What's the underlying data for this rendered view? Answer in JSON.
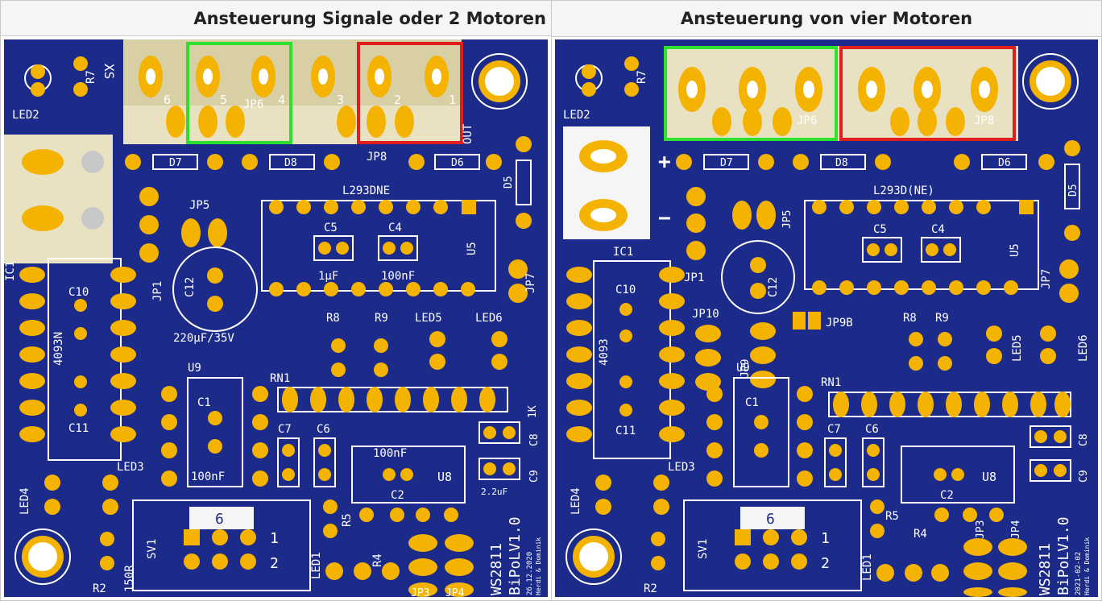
{
  "colors": {
    "board": "#1c2a8a",
    "board_dark": "#0f1a6e",
    "copper": "#f4b300",
    "silk": "#ffffff",
    "green_box": "#2ee02e",
    "red_box": "#e01e1e",
    "tan": "#d8cfa5"
  },
  "panels": [
    {
      "heading": "Ansteuerung Signale oder 2 Motoren",
      "labels": {
        "xs": "XS",
        "led2": "LED2",
        "r7": "R7",
        "jp6": "JP6",
        "jp8": "JP8",
        "out": "OUT",
        "d7": "D7",
        "d8": "D8",
        "d6": "D6",
        "d5": "D5",
        "jp5": "JP5",
        "ic": "L293DNE",
        "u5": "U5",
        "c5": "C5",
        "c4": "C4",
        "c5v": "1µF",
        "c4v": "100nF",
        "jp7": "JP7",
        "jp1": "JP1",
        "ic1": "IC1",
        "c12": "C12",
        "c12v": "220µF/35V",
        "c10": "C10",
        "c11": "C11",
        "ic4093": "4093N",
        "r8": "R8",
        "r9": "R9",
        "led5": "LED5",
        "led6": "LED6",
        "u9": "U9",
        "c1": "C1",
        "c1v": "100nF",
        "rn1": "RN1",
        "rn1v": "1K",
        "c7": "C7",
        "c6": "C6",
        "c8": "C8",
        "c9": "C9",
        "c2": "C2",
        "c2v": "100nF",
        "u8": "U8",
        "c9v": "2.2uF",
        "led3": "LED3",
        "led4": "LED4",
        "sv1": "SV1",
        "six": "6",
        "one": "1",
        "two": "2",
        "r5": "R5",
        "r4": "R4",
        "r2": "R2",
        "r2v": "150R",
        "led1": "LED1",
        "jp3": "JP3",
        "jp4": "JP4",
        "ws": "WS2811",
        "bipol": "BiPoLV1.0",
        "date": "26.12.2020",
        "author": "Herdi & Dominik",
        "pin6": "6",
        "pin5": "5",
        "pin4": "4",
        "pin3": "3",
        "pin2": "2",
        "pin1": "1"
      }
    },
    {
      "heading": "Ansteuerung von vier Motoren",
      "labels": {
        "led2": "LED2",
        "r7": "R7",
        "jp6": "JP6",
        "jp8": "JP8",
        "d7": "D7",
        "d8": "D8",
        "d6": "D6",
        "d5": "D5",
        "jp5": "JP5",
        "ic": "L293D(NE)",
        "u5": "U5",
        "c5": "C5",
        "c4": "C4",
        "jp7": "JP7",
        "jp1": "JP1",
        "ic1": "IC1",
        "c12": "C12",
        "c10": "C10",
        "c11": "C11",
        "ic4093": "4093",
        "jp10": "JP10",
        "jp9": "JP9",
        "jp9b": "JP9B",
        "r8": "R8",
        "r9": "R9",
        "led5": "LED5",
        "led6": "LED6",
        "u9": "U9",
        "c1": "C1",
        "rn1": "RN1",
        "c7": "C7",
        "c6": "C6",
        "c8": "C8",
        "c9": "C9",
        "c2": "C2",
        "u8": "U8",
        "led3": "LED3",
        "led4": "LED4",
        "sv1": "SV1",
        "six": "6",
        "one": "1",
        "two": "2",
        "r5": "R5",
        "r4": "R4",
        "r2": "R2",
        "led1": "LED1",
        "jp3": "JP3",
        "jp4": "JP4",
        "ws": "WS2811",
        "bipol": "BiPoLV1.0",
        "date": "2021-02-02",
        "author": "Herdi & Dominik",
        "plus": "+",
        "minus": "−"
      }
    }
  ]
}
